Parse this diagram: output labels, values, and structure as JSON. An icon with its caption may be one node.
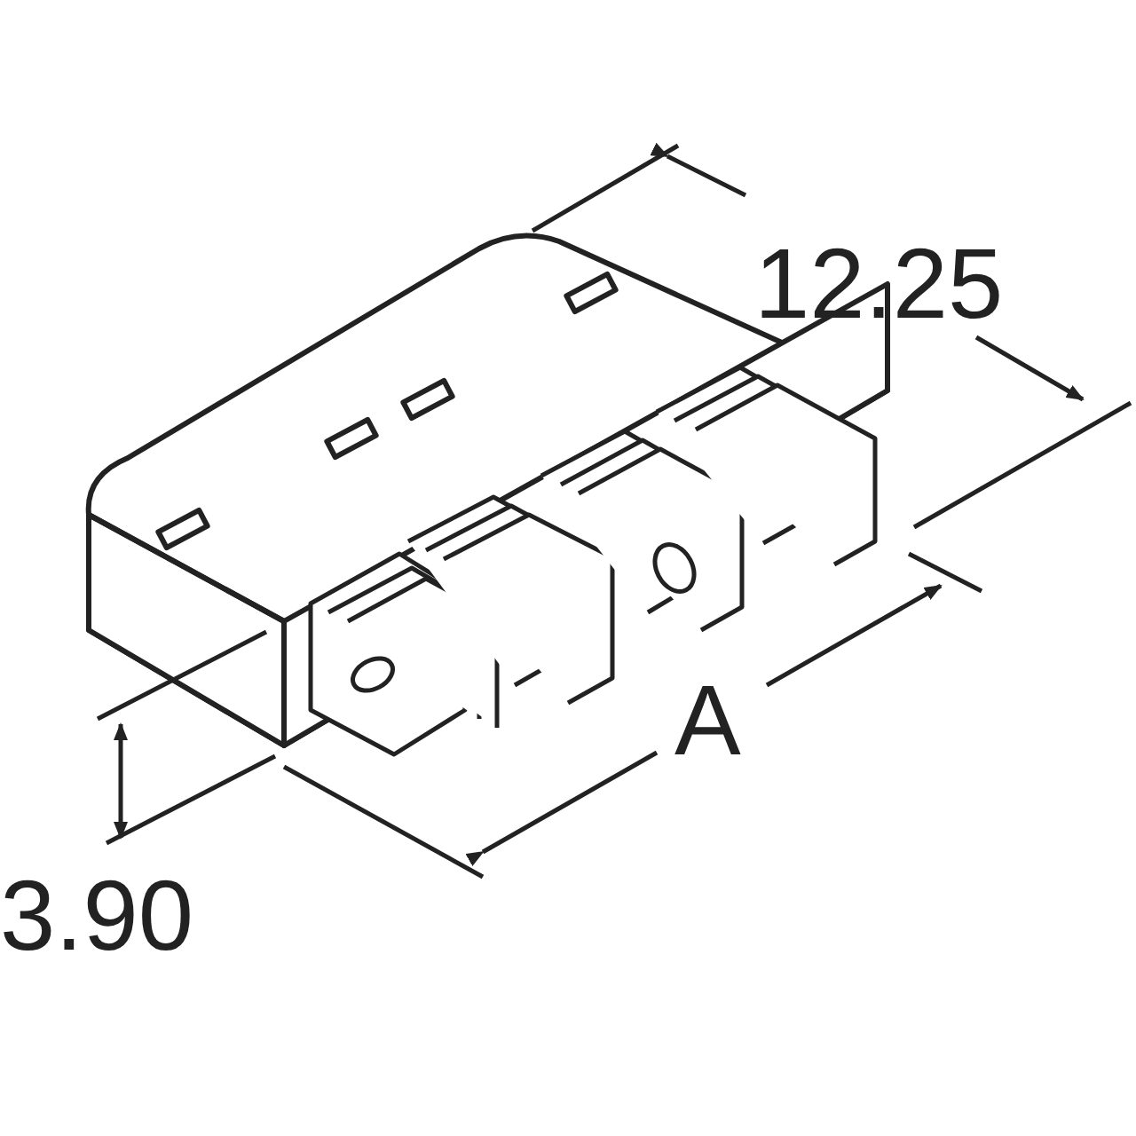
{
  "diagram": {
    "labels": [
      "12.25",
      "A",
      "3.90"
    ]
  }
}
